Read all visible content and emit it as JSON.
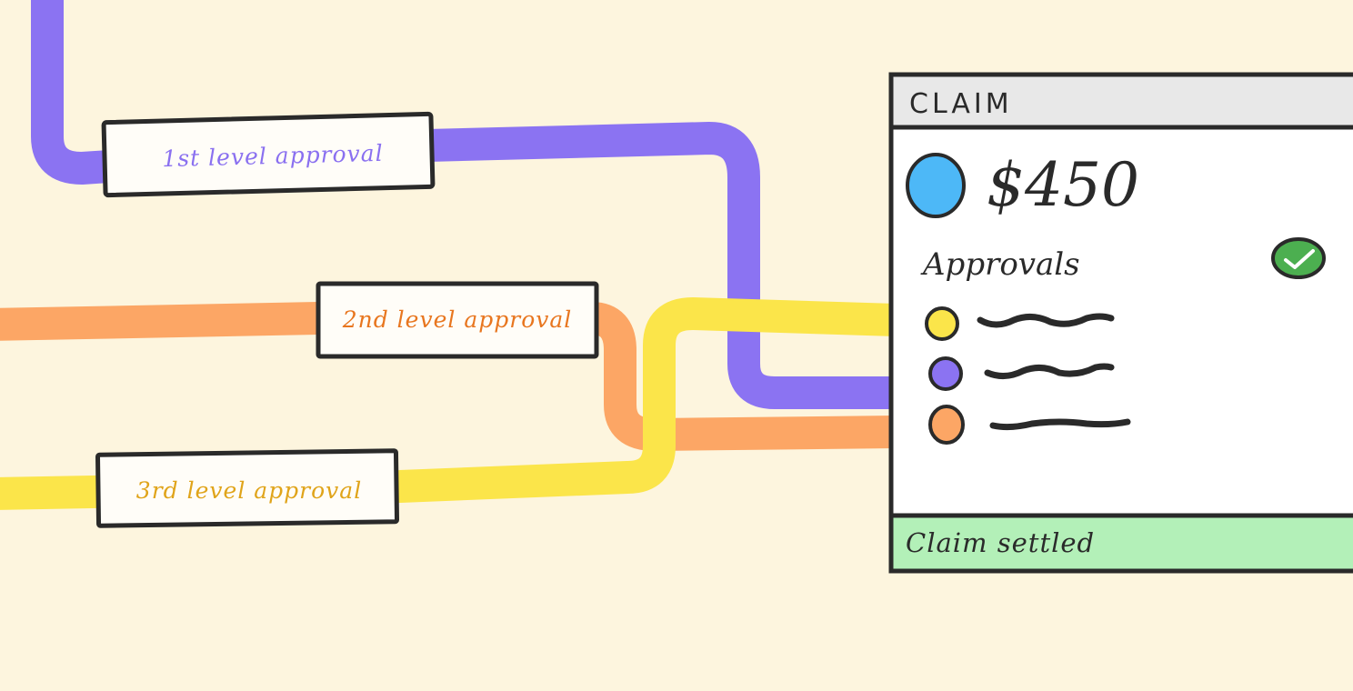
{
  "stages": [
    {
      "label": "1st level approval",
      "color": "#8b73f2"
    },
    {
      "label": "2nd level approval",
      "color": "#fca665"
    },
    {
      "label": "3rd level approval",
      "color": "#fbe54a"
    }
  ],
  "claim": {
    "title": "CLAIM",
    "amount": "$450",
    "avatar_color": "#4db8f7",
    "section_label": "Approvals",
    "check_icon": "check-circle-icon",
    "check_color": "#4caf50",
    "approval_dots": [
      "#fbe54a",
      "#8b73f2",
      "#fca665"
    ],
    "status": "Claim settled",
    "status_color": "#b3f0b8"
  }
}
